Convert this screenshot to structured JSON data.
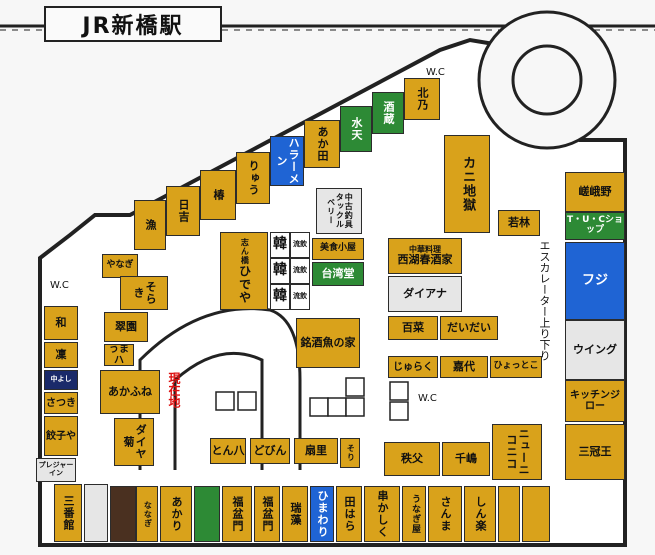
{
  "title": "JR新橋駅",
  "wc_labels": [
    "W.C",
    "W.C",
    "W.C"
  ],
  "escalator": "エスカレーター上り下り",
  "here": "現在地",
  "shops": {
    "kan_a": "韓",
    "kan_b": "韓",
    "kan_c": "韓",
    "ryuha_a": "流飲",
    "ryuha_b": "流飲",
    "ryuha_c": "流飲",
    "kani": "カニ地獄",
    "sagano": "嵯峨野",
    "tu_shop": "T・U・Cショップ",
    "fuji": "フジ",
    "wing": "ウイング",
    "kitchen": "キッチンジロー",
    "sankan": "三冠王",
    "wakabayashi": "若林",
    "xihu": "西湖春酒家",
    "xihu_sub": "中華料理",
    "diana": "ダイアナ",
    "hyakusai": "百菜",
    "daidai": "だいだい",
    "juraku": "じゅらく",
    "kiyo": "嘉代",
    "hyottoko": "ひょっとこ",
    "nico": "ニューニコニコ",
    "chichibu": "秩父",
    "senshu": "千嶋",
    "hide": "ひでや",
    "hide_sub": "志ん橋",
    "meishu": "銘酒魚の家",
    "taiwan": "台湾堂",
    "bishoku": "美食小屋",
    "chuko": "中古釣具タックルベリー",
    "akada": "あか田",
    "hanaramen": "ハラーメン",
    "ryugu": "りゅう",
    "tsubaki": "椿",
    "hiyoshi": "日吉",
    "ryoshi": "漁",
    "suisui": "水天",
    "nanakyu": "ななぎ",
    "naka": "中よし",
    "yanagi": "やなぎ",
    "wa": "和",
    "rin": "凜",
    "satsuki": "さつき",
    "gyoza": "餃子や",
    "plussha": "プレジャーイン",
    "sangen": "三番館",
    "soraki": "そらき",
    "suien": "翠園",
    "umahachi": "うまハ",
    "akafune": "あかふね",
    "diamond": "ダイヤ菊",
    "tonpachi": "とん八",
    "dobin": "どびん",
    "senri": "扇里",
    "sori": "そり",
    "akari": "あかり",
    "fukubonmon_a": "福盆門",
    "fukubonmon_b": "福盆門",
    "zuiso": "瑞藻",
    "himawari": "ひまわり",
    "tahara": "田はら",
    "kushikaku": "串かしく",
    "unagi": "うなぎ屋",
    "sanma": "さんま",
    "shinraku": "しん楽",
    "kita_a": "北乃",
    "kita_b": "酒蔵"
  }
}
